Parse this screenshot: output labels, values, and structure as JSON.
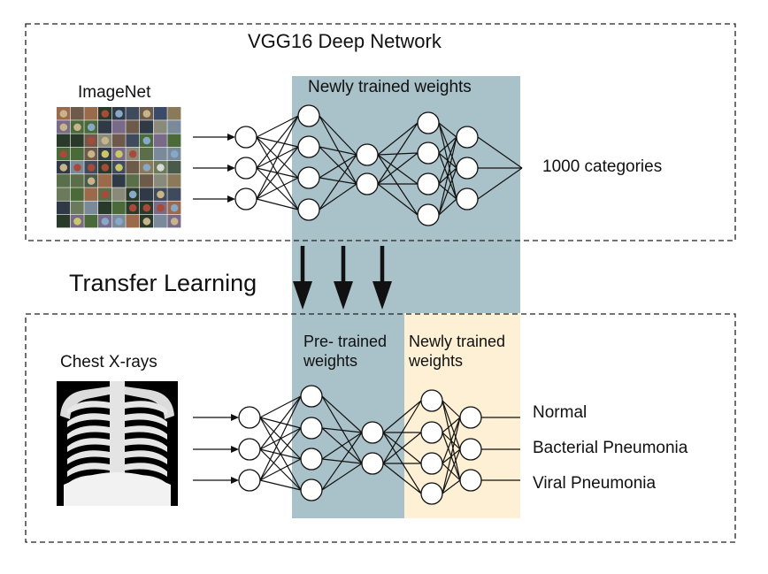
{
  "top_panel": {
    "title": "VGG16 Deep Network",
    "input_label": "ImageNet",
    "weights_label": "Newly trained weights",
    "output_label": "1000 categories"
  },
  "transfer_label": "Transfer Learning",
  "bottom_panel": {
    "input_label": "Chest X-rays",
    "pretrained_label": "Pre- trained weights",
    "newly_trained_label": "Newly trained weights",
    "outputs": [
      "Normal",
      "Bacterial Pneumonia",
      "Viral Pneumonia"
    ]
  },
  "colors": {
    "shaded_blue": "#a9c1c8",
    "shaded_yellow": "#fdf0d4",
    "dashed_border": "#222222",
    "node_fill": "#ffffff",
    "stroke": "#111111"
  }
}
